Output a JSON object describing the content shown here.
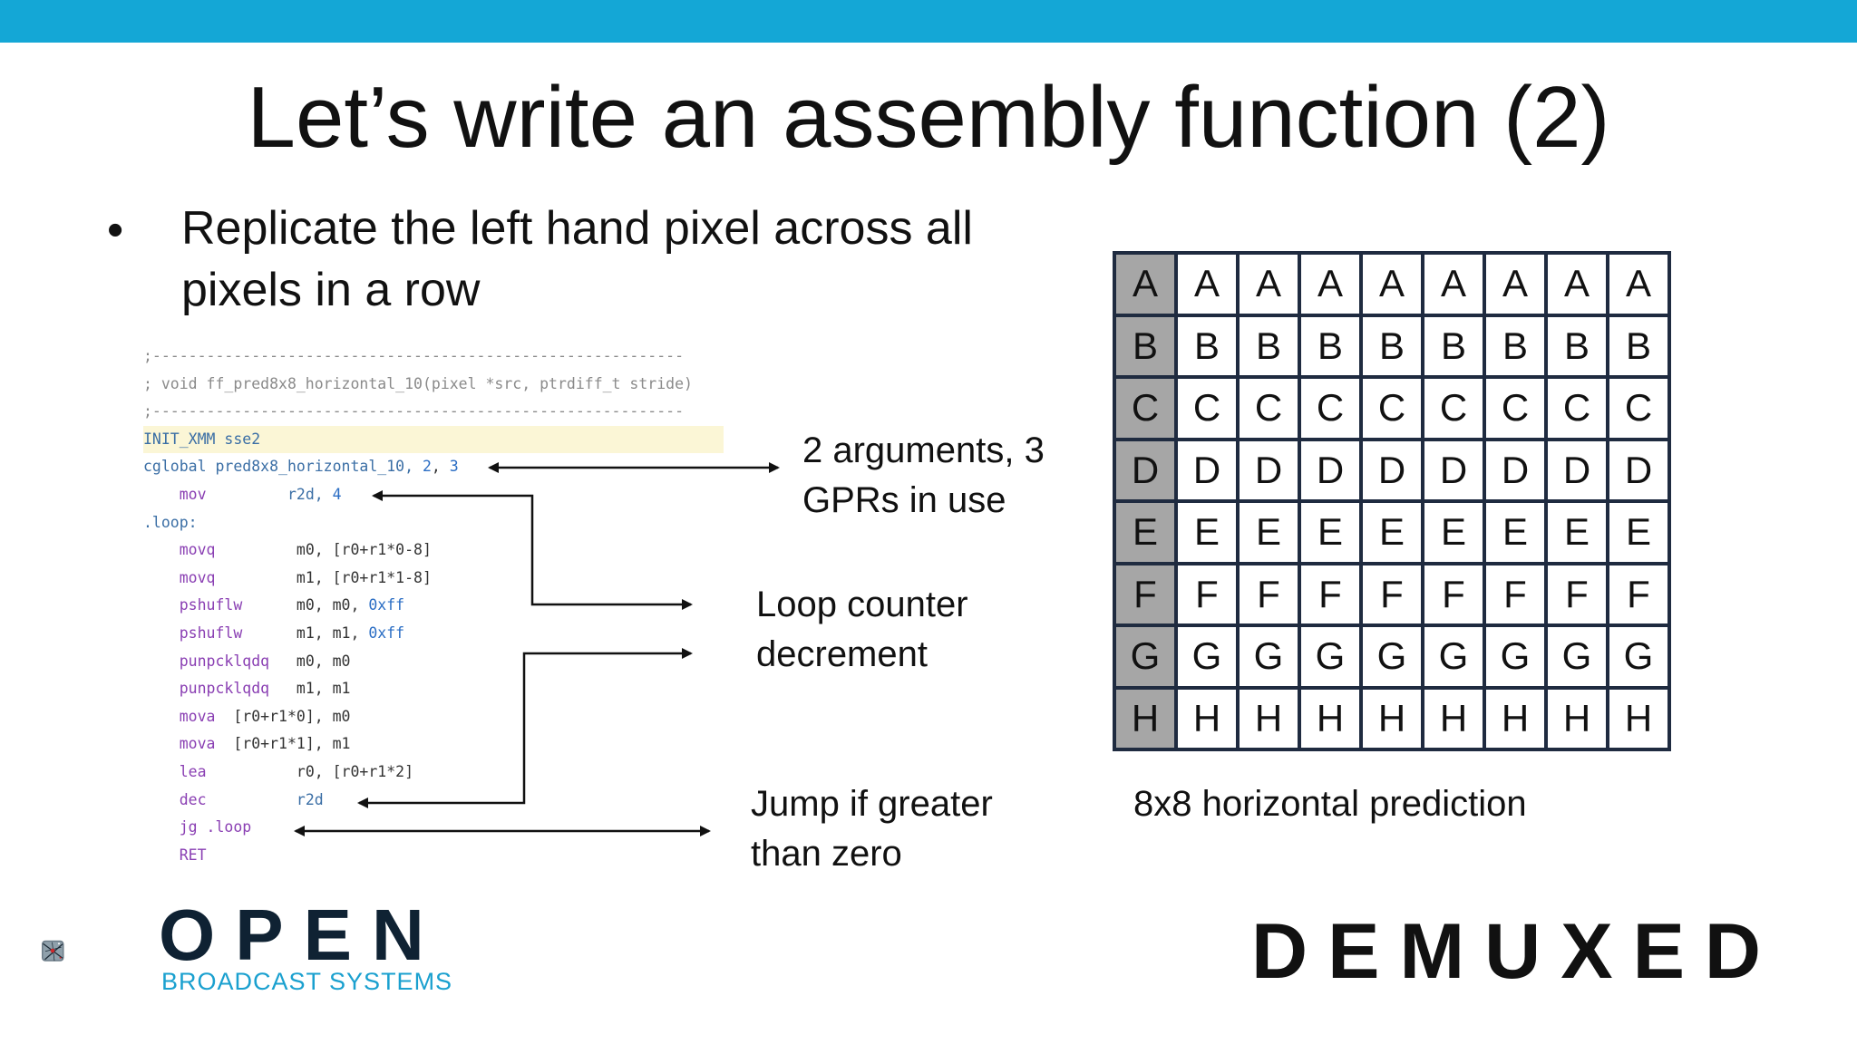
{
  "slide": {
    "title": "Let’s write an assembly function (2)",
    "bullet": "•",
    "bullet_text": "Replicate the left hand pixel across all pixels in a row"
  },
  "code": [
    {
      "parts": [
        {
          "t": ";-----------------------------------------------------------",
          "c": "comment"
        }
      ]
    },
    {
      "parts": [
        {
          "t": "; void ff_pred8x8_horizontal_10(pixel *src, ptrdiff_t stride)",
          "c": "comment"
        }
      ]
    },
    {
      "parts": [
        {
          "t": ";-----------------------------------------------------------",
          "c": "comment"
        }
      ]
    },
    {
      "parts": [
        {
          "t": "INIT_XMM sse2",
          "c": "dir"
        }
      ],
      "highlight": true
    },
    {
      "parts": [
        {
          "t": "cglobal pred8x8_horizontal_10, ",
          "c": "dir"
        },
        {
          "t": "2",
          "c": "num"
        },
        {
          "t": ", ",
          "c": "op"
        },
        {
          "t": "3",
          "c": "num"
        }
      ]
    },
    {
      "parts": [
        {
          "t": "    mov         ",
          "c": "instr"
        },
        {
          "t": "r2d, ",
          "c": "dir"
        },
        {
          "t": "4",
          "c": "num"
        }
      ]
    },
    {
      "parts": [
        {
          "t": ".loop:",
          "c": "label"
        }
      ]
    },
    {
      "parts": [
        {
          "t": "    movq         ",
          "c": "instr"
        },
        {
          "t": "m0, [r0+r1*0-8]",
          "c": "op"
        }
      ]
    },
    {
      "parts": [
        {
          "t": "    movq         ",
          "c": "instr"
        },
        {
          "t": "m1, [r0+r1*1-8]",
          "c": "op"
        }
      ]
    },
    {
      "parts": [
        {
          "t": "    pshuflw      ",
          "c": "instr"
        },
        {
          "t": "m0, m0, ",
          "c": "op"
        },
        {
          "t": "0xff",
          "c": "num"
        }
      ]
    },
    {
      "parts": [
        {
          "t": "    pshuflw      ",
          "c": "instr"
        },
        {
          "t": "m1, m1, ",
          "c": "op"
        },
        {
          "t": "0xff",
          "c": "num"
        }
      ]
    },
    {
      "parts": [
        {
          "t": "    punpcklqdq   ",
          "c": "instr"
        },
        {
          "t": "m0, m0",
          "c": "op"
        }
      ]
    },
    {
      "parts": [
        {
          "t": "    punpcklqdq   ",
          "c": "instr"
        },
        {
          "t": "m1, m1",
          "c": "op"
        }
      ]
    },
    {
      "parts": [
        {
          "t": "    mova  ",
          "c": "instr"
        },
        {
          "t": "[r0+r1*0], m0",
          "c": "op"
        }
      ]
    },
    {
      "parts": [
        {
          "t": "    mova  ",
          "c": "instr"
        },
        {
          "t": "[r0+r1*1], m1",
          "c": "op"
        }
      ]
    },
    {
      "parts": [
        {
          "t": "    lea          ",
          "c": "instr"
        },
        {
          "t": "r0, [r0+r1*2]",
          "c": "op"
        }
      ]
    },
    {
      "parts": [
        {
          "t": "    dec          ",
          "c": "instr"
        },
        {
          "t": "r2d",
          "c": "dir"
        }
      ]
    },
    {
      "parts": [
        {
          "t": "    jg .loop",
          "c": "instr"
        }
      ]
    },
    {
      "parts": [
        {
          "t": "    RET",
          "c": "instr"
        }
      ]
    }
  ],
  "notes": {
    "arguments": "2 arguments, 3 GPRs in use",
    "loop_counter": "Loop counter decrement",
    "jump": "Jump if greater than zero"
  },
  "grid": {
    "rows": [
      "A",
      "B",
      "C",
      "D",
      "E",
      "F",
      "G",
      "H"
    ],
    "columns": 9,
    "caption": "8x8 horizontal prediction"
  },
  "logos": {
    "open_main": "OPEN",
    "open_sub": "BROADCAST SYSTEMS",
    "demuxed": "DEMUXED"
  },
  "colors": {
    "top_bar": "#14a7d6",
    "grid_first_column": "#a6a6a6",
    "grid_border": "#1f2b40"
  }
}
